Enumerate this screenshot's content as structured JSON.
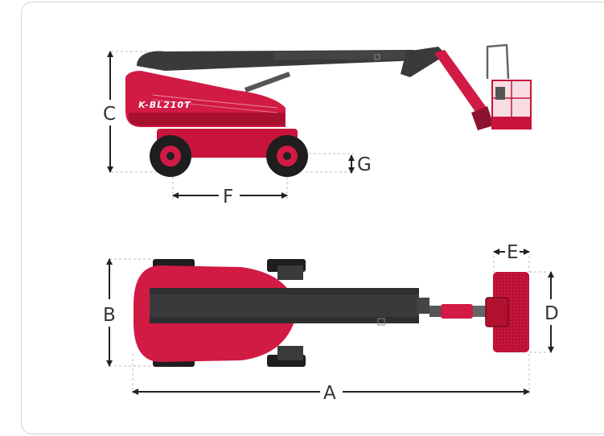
{
  "model_label": "K-BL210T",
  "dimensions": {
    "A": "A",
    "B": "B",
    "C": "C",
    "D": "D",
    "E": "E",
    "F": "F",
    "G": "G"
  },
  "colors": {
    "body": "#d11a44",
    "body_dark": "#a8102f",
    "boom": "#3a3a3a",
    "tire": "#1e1e1e",
    "dim_line": "#222222",
    "guide_line": "#bbbbbb"
  },
  "icons": [
    "arrow-left-icon",
    "arrow-right-icon",
    "arrow-up-icon",
    "arrow-down-icon"
  ]
}
